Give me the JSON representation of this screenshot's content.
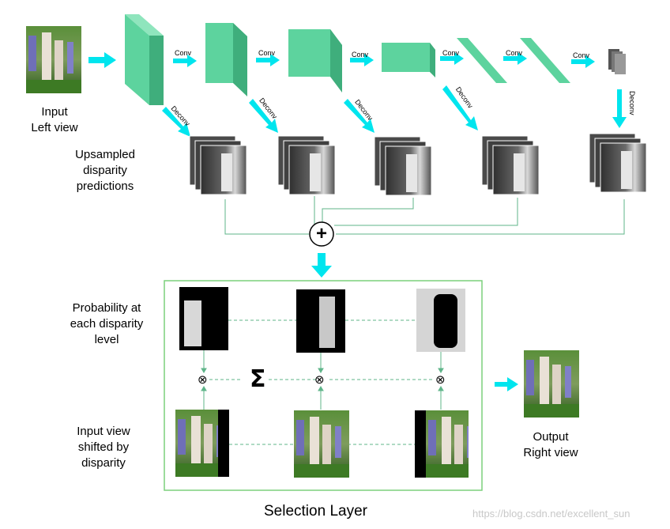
{
  "input": {
    "line1": "Input",
    "line2": "Left view"
  },
  "upsampled": {
    "line1": "Upsampled",
    "line2": "disparity",
    "line3": "predictions"
  },
  "probability": {
    "line1": "Probability at",
    "line2": "each disparity",
    "line3": "level"
  },
  "shifted": {
    "line1": "Input view",
    "line2": "shifted by",
    "line3": "disparity"
  },
  "output": {
    "line1": "Output",
    "line2": "Right view"
  },
  "arrows": {
    "conv": "Conv",
    "deconv": "Deconv"
  },
  "sum_symbol": "Σ",
  "plus_symbol": "+",
  "times_symbol": "⊗",
  "selection_layer": "Selection Layer",
  "watermark": "https://blog.csdn.net/excellent_sun",
  "colors": {
    "block": "#5dd39e",
    "block_dark": "#3fae7c",
    "block_light": "#8fe5bd",
    "arrow": "#00e5ee",
    "line": "#5fb58a",
    "box": "#7cd17c"
  }
}
